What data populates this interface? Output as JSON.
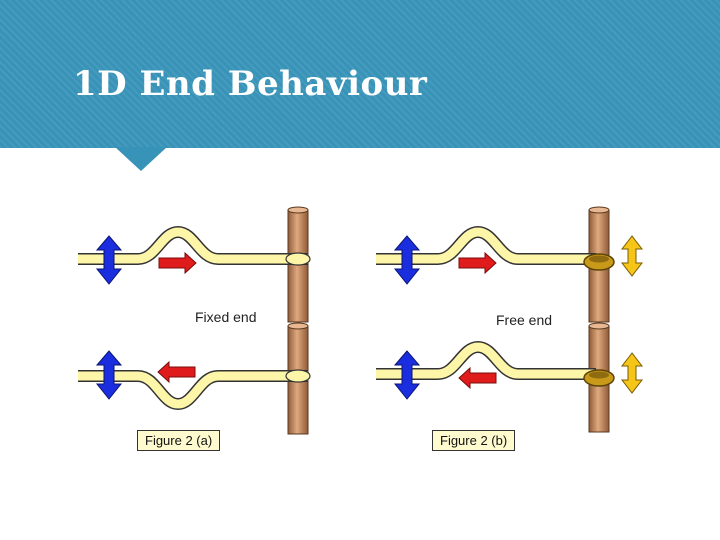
{
  "slide": {
    "title": "1D End Behaviour"
  },
  "figure_a": {
    "end_label": "Fixed end",
    "caption": "Figure 2 (a)"
  },
  "figure_b": {
    "end_label": "Free end",
    "caption": "Figure 2 (b)"
  },
  "colors": {
    "header_bg": "#3893b8",
    "rope": "#fdf5a8",
    "pole": "#c98a5e",
    "ring": "#b8860b",
    "motion_arrow": "#1a2ee0",
    "pulse_arrow": "#e01b1b",
    "free_end_arrow": "#f5c518"
  }
}
